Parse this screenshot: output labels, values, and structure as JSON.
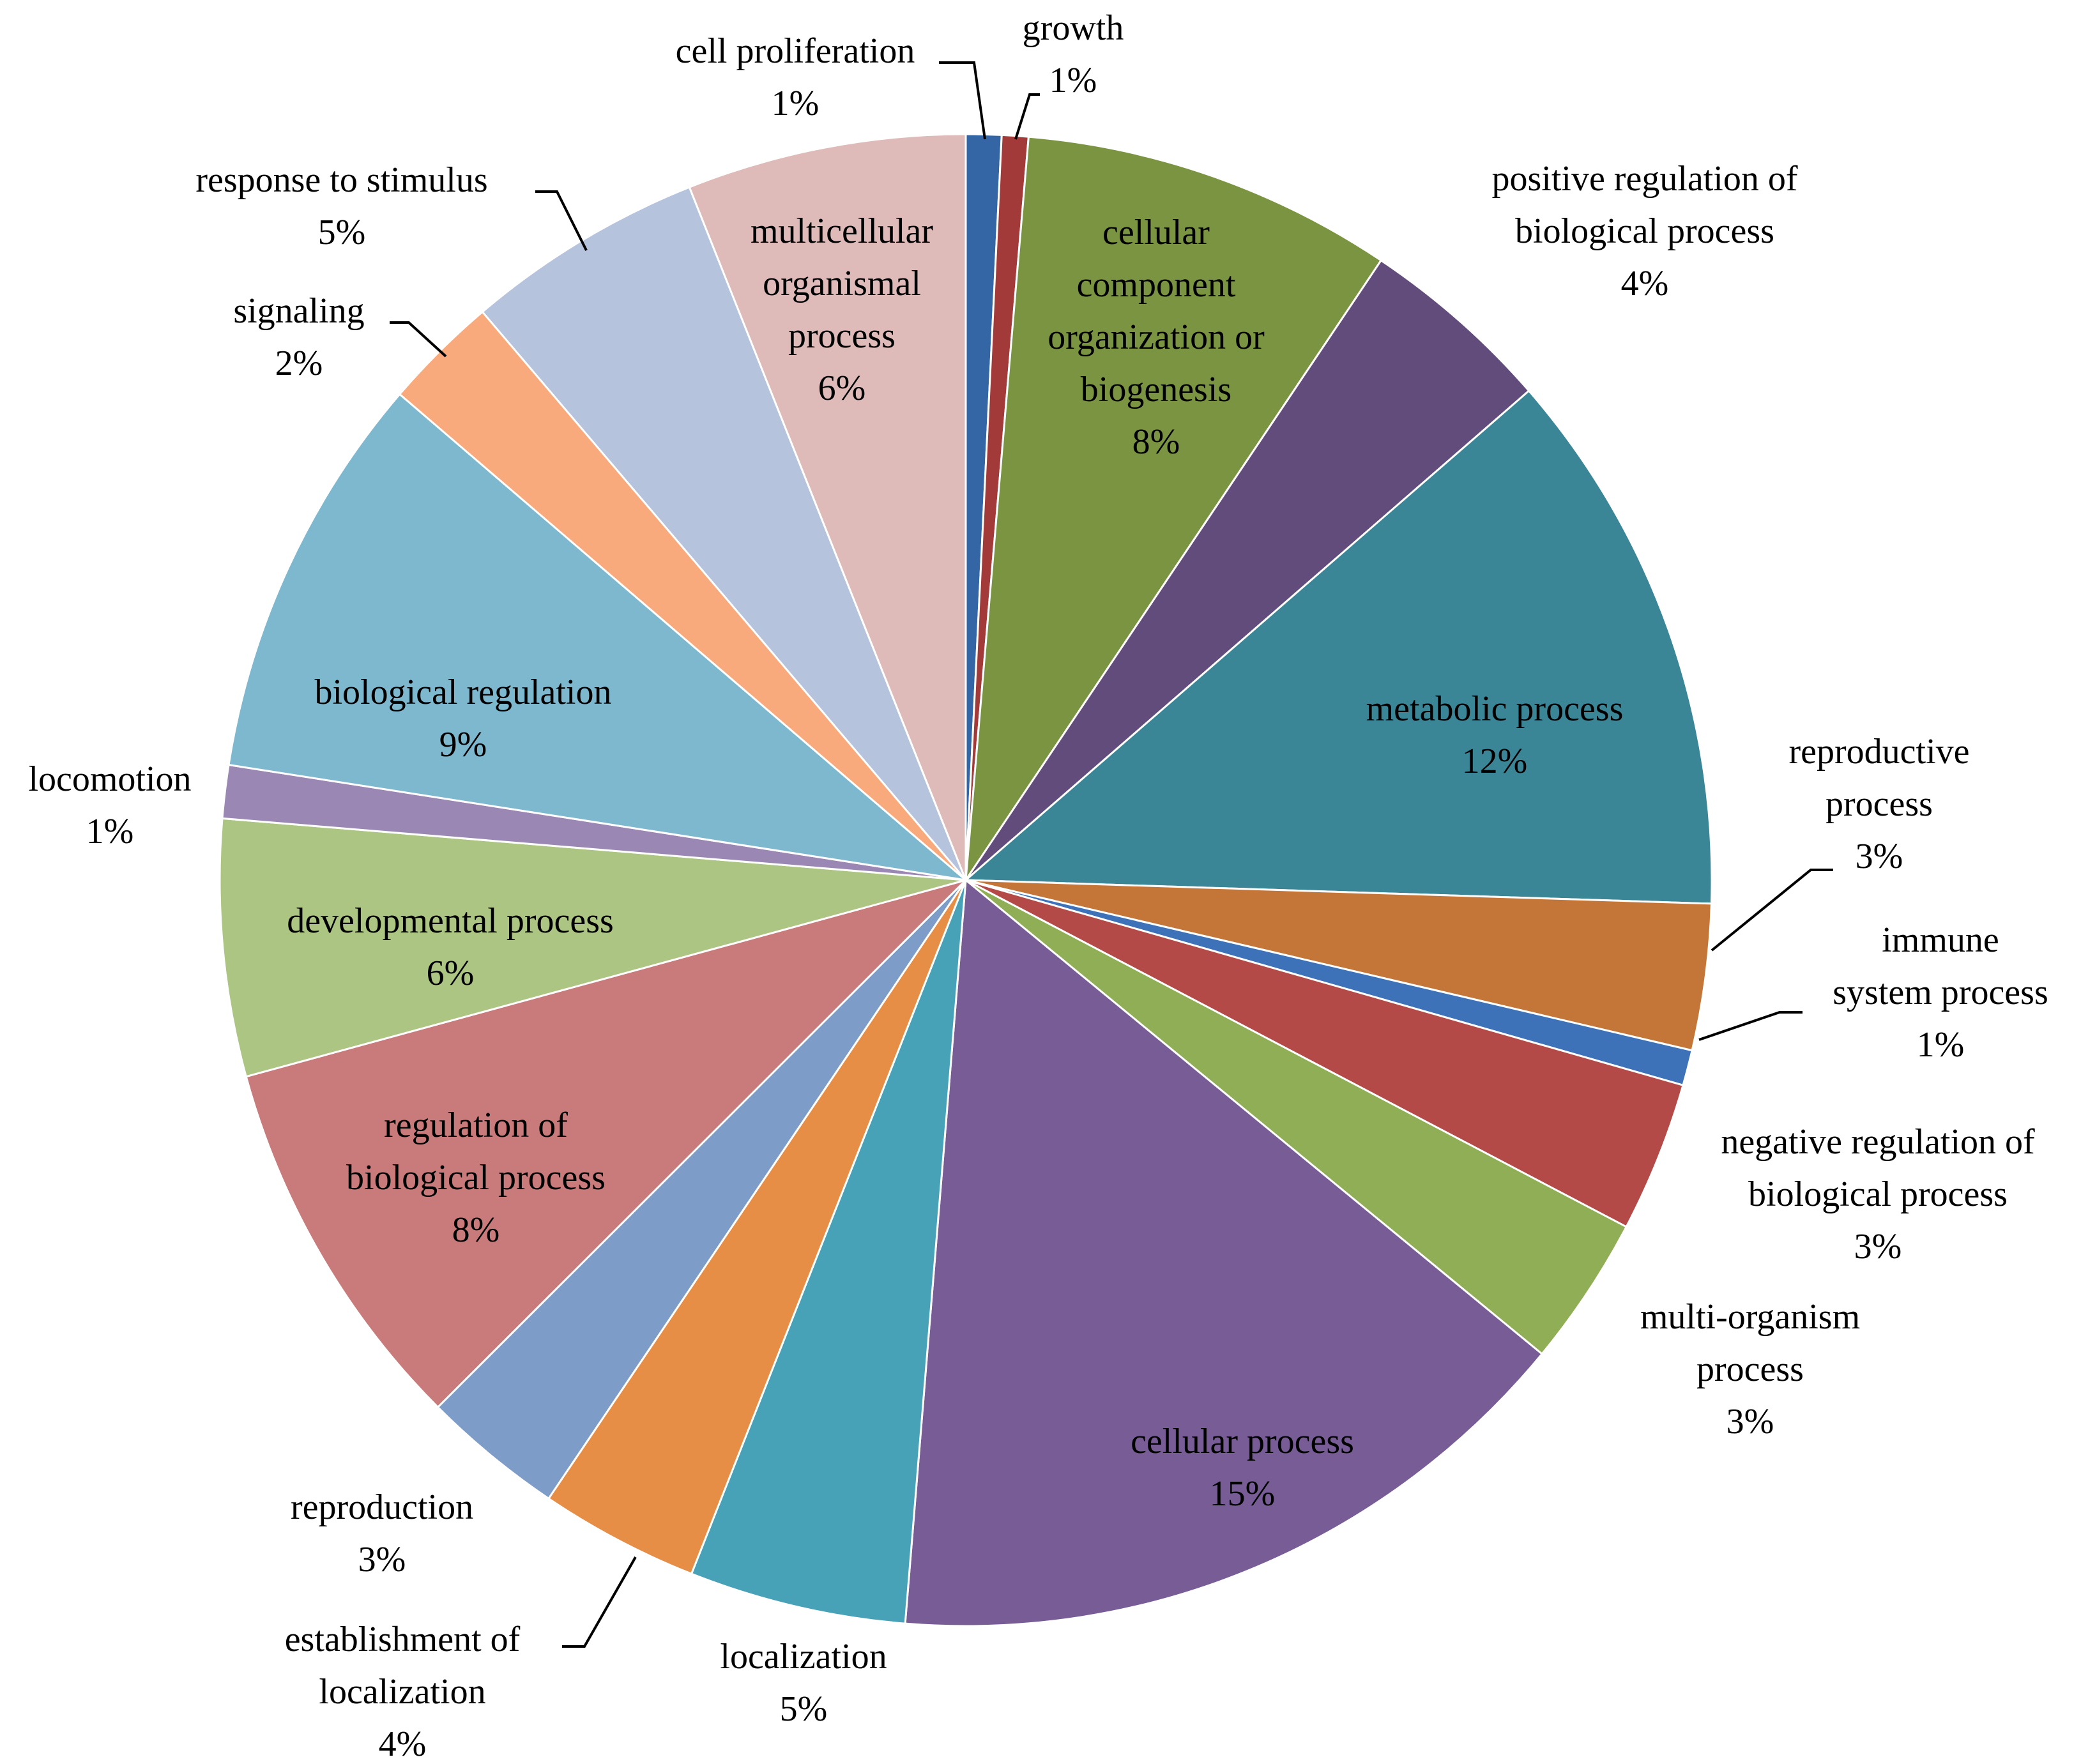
{
  "chart_data": {
    "type": "pie",
    "title": "",
    "slices": [
      {
        "label": "cell proliferation",
        "percent_label": "1%",
        "value": 0.8,
        "color": "#3465a4"
      },
      {
        "label": "growth",
        "percent_label": "1%",
        "value": 0.6,
        "color": "#a33a3a"
      },
      {
        "label": "cellular component organization or biogenesis",
        "percent_label": "8%",
        "value": 8.4,
        "color": "#7a9442"
      },
      {
        "label": "positive regulation of biological process",
        "percent_label": "4%",
        "value": 4.4,
        "color": "#624c7c"
      },
      {
        "label": "metabolic process",
        "percent_label": "12%",
        "value": 12.4,
        "color": "#3a8596"
      },
      {
        "label": "reproductive process",
        "percent_label": "3%",
        "value": 3.3,
        "color": "#c37637"
      },
      {
        "label": "immune system process",
        "percent_label": "1%",
        "value": 0.8,
        "color": "#3e72b8"
      },
      {
        "label": "negative regulation of biological process",
        "percent_label": "3%",
        "value": 3.4,
        "color": "#b34a48"
      },
      {
        "label": "multi-organism process",
        "percent_label": "3%",
        "value": 3.4,
        "color": "#8fae55"
      },
      {
        "label": "cellular process",
        "percent_label": "15%",
        "value": 16.0,
        "color": "#775c96"
      },
      {
        "label": "localization",
        "percent_label": "5%",
        "value": 4.9,
        "color": "#47a2b8"
      },
      {
        "label": "establishment of localization",
        "percent_label": "4%",
        "value": 3.6,
        "color": "#e68e45"
      },
      {
        "label": "reproduction",
        "percent_label": "3%",
        "value": 3.2,
        "color": "#7e9cc8"
      },
      {
        "label": "regulation of biological process",
        "percent_label": "8%",
        "value": 8.6,
        "color": "#c97b7b"
      },
      {
        "label": "developmental process",
        "percent_label": "6%",
        "value": 5.8,
        "color": "#acc582"
      },
      {
        "label": "locomotion",
        "percent_label": "1%",
        "value": 1.2,
        "color": "#9a87b4"
      },
      {
        "label": "biological regulation",
        "percent_label": "9%",
        "value": 9.2,
        "color": "#7db8cf"
      },
      {
        "label": "signaling",
        "percent_label": "2%",
        "value": 2.6,
        "color": "#f8aa7c"
      },
      {
        "label": "response to stimulus",
        "percent_label": "5%",
        "value": 5.4,
        "color": "#b6c3dd"
      },
      {
        "label": "multicellular organismal process",
        "percent_label": "6%",
        "value": 6.3,
        "color": "#debab9"
      }
    ]
  }
}
